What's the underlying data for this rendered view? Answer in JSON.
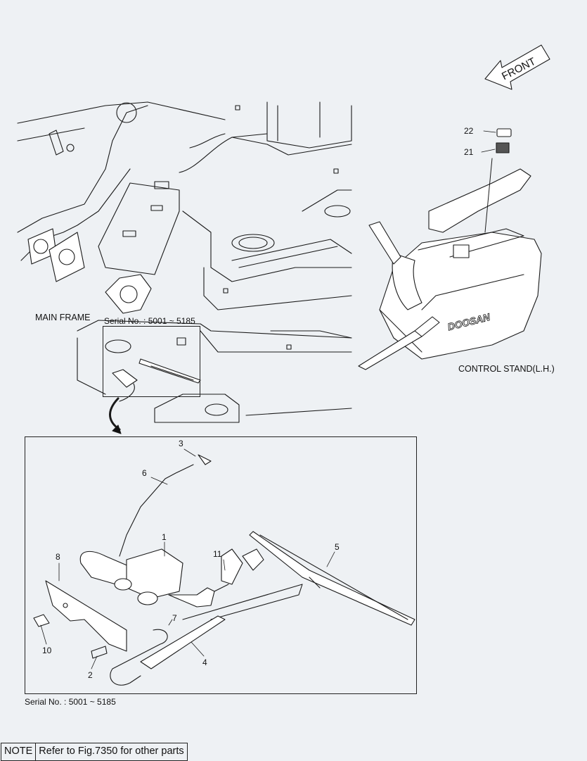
{
  "labels": {
    "front": "FRONT",
    "main_frame": "MAIN FRAME",
    "control_stand": "CONTROL STAND(L.H.)",
    "inset_serial": "Serial No. : 5001 ~ 5185",
    "detail_serial": "Serial No. : 5001 ~ 5185",
    "brand": "DOOSAN"
  },
  "callouts": {
    "c1": "1",
    "c2": "2",
    "c3": "3",
    "c4": "4",
    "c5": "5",
    "c6": "6",
    "c7": "7",
    "c8": "8",
    "c10": "10",
    "c11": "11",
    "c21": "21",
    "c22": "22"
  },
  "note": {
    "key": "NOTE",
    "text": "Refer to Fig.7350 for other parts"
  }
}
